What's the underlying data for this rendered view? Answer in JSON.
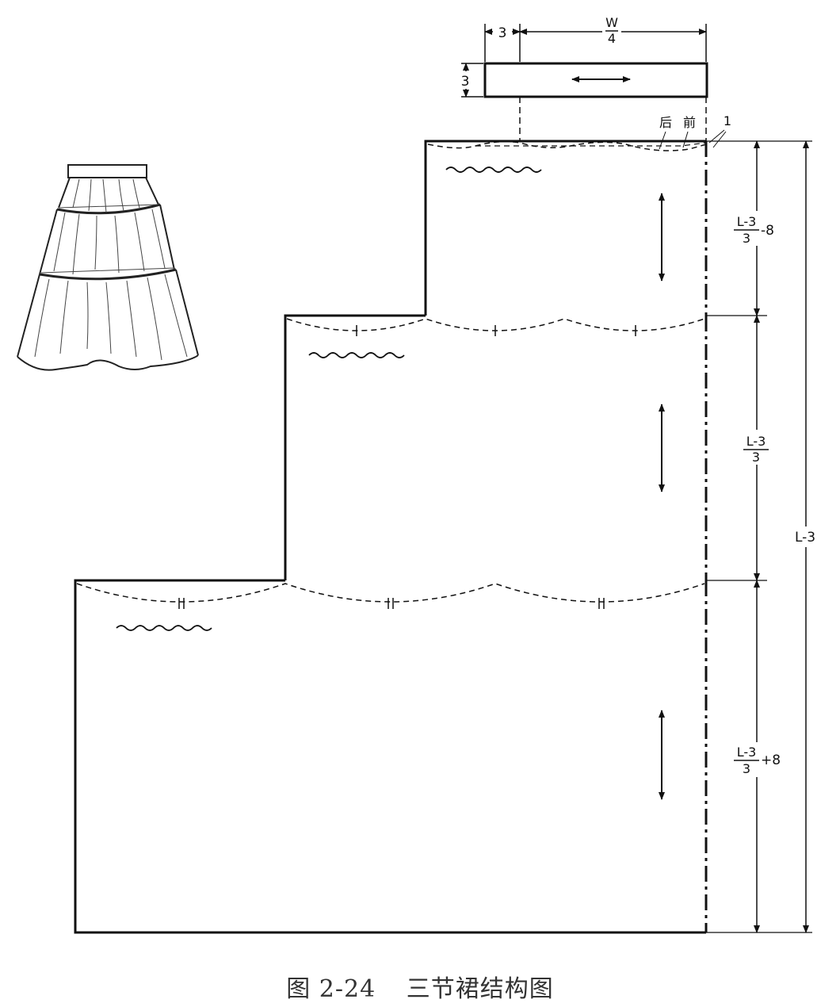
{
  "waistband": {
    "overlap_label": "3",
    "width_label_num": "W",
    "width_label_den": "4",
    "height_label": "3"
  },
  "tier1": {
    "back_label": "后",
    "front_label": "前",
    "marker_label": "1",
    "height_num": "L-3",
    "height_den": "3",
    "height_suffix": "-8"
  },
  "tier2": {
    "height_num": "L-3",
    "height_den": "3",
    "height_suffix": ""
  },
  "tier3": {
    "height_num": "L-3",
    "height_den": "3",
    "height_suffix": "+8"
  },
  "total_label": "L-3",
  "caption": {
    "figure_no": "图 2-24",
    "title": "三节裙结构图"
  }
}
